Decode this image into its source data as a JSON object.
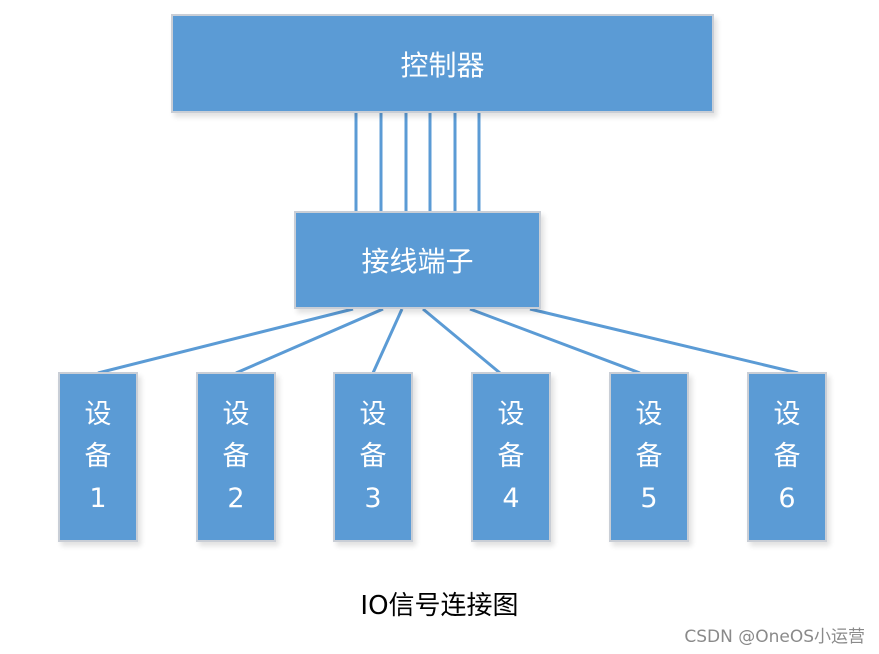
{
  "controller": {
    "label": "控制器"
  },
  "terminal": {
    "label": "接线端子"
  },
  "devices": [
    {
      "line1": "设",
      "line2": "备",
      "num": "1"
    },
    {
      "line1": "设",
      "line2": "备",
      "num": "2"
    },
    {
      "line1": "设",
      "line2": "备",
      "num": "3"
    },
    {
      "line1": "设",
      "line2": "备",
      "num": "4"
    },
    {
      "line1": "设",
      "line2": "备",
      "num": "5"
    },
    {
      "line1": "设",
      "line2": "备",
      "num": "6"
    }
  ],
  "caption": "IO信号连接图",
  "watermark": "CSDN @OneOS小运营",
  "colors": {
    "box_fill": "#5b9bd5",
    "line": "#5b9bd5",
    "border": "#c9ced6"
  }
}
